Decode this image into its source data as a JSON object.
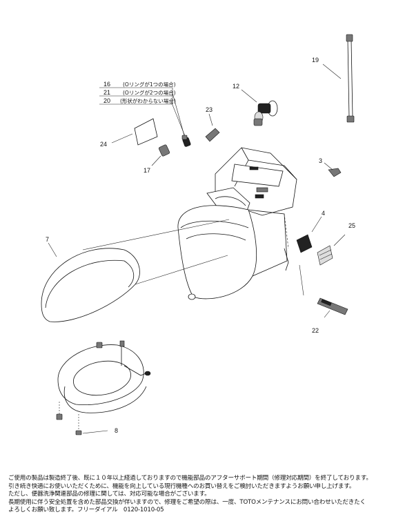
{
  "parts": {
    "p19": "19",
    "p12": "12",
    "p23": "23",
    "p24": "24",
    "p17": "17",
    "p3": "3",
    "p4": "4",
    "p25": "25",
    "p7": "7",
    "p22": "22",
    "p8": "8"
  },
  "legend": {
    "rows": [
      {
        "num": "16",
        "text": "(Oリングが1つの場合)"
      },
      {
        "num": "21",
        "text": "(Oリングが2つの場合)"
      },
      {
        "num": "20",
        "text": "(形状がわからない場合)"
      }
    ]
  },
  "notice": {
    "line1": "ご使用の製品は製造終了後、既に１０年以上経過しておりますので機能部品のアフターサポート期間（修理対応期間）を終了しております。",
    "line2": "引き続き快適にお使いいただくために、機能を向上している現行機種へのお買い替えをご検討いただきますようお願い申し上げます。",
    "line3": "ただし、便器洗浄関連部品の修理に関しては、対応可能な場合がございます。",
    "line4": "長期使用に伴う安全処置を含めた部品交換が伴いますので、修理をご希望の際は、一度、TOTOメンテナンスにお問い合わせいただきたく",
    "line5": "よろしくお願い致します。フリーダイアル　0120-1010-05"
  }
}
